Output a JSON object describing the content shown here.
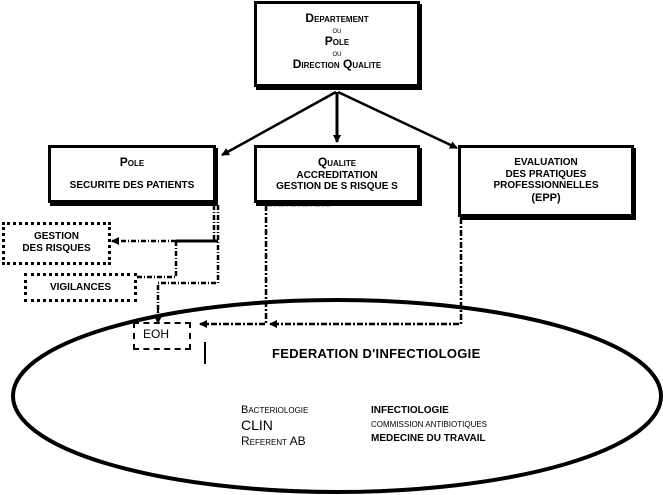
{
  "diagram": {
    "top_box": {
      "line1": "Departement",
      "line2": "ou",
      "line3": "Pole",
      "line4": "ou",
      "line5": "Direction Qualite"
    },
    "pole_box": {
      "title": "Pole",
      "subtitle": "SECURITE DES PATIENTS"
    },
    "qualite_box": {
      "title": "Qualite",
      "line2": "ACCREDITATION",
      "line3": "GESTION DE S RISQUE S"
    },
    "epp_box": {
      "line1": "EVALUATION",
      "line2": "DES PRATIQUES",
      "line3": "PROFESSIONNELLES",
      "line4": "(EPP)"
    },
    "gestion_box": {
      "line1": "GESTION",
      "line2": "DES RISQUES"
    },
    "vigilances_box": {
      "label": "VIGILANCES"
    },
    "eoh_box": {
      "label": "EOH"
    },
    "federation": {
      "title": "FEDERATION D'INFECTIOLOGIE",
      "left_items": [
        "Bacteriologie",
        "CLIN",
        "Referent AB"
      ],
      "right_items": [
        "INFECTIOLOGIE",
        "COMMISSION ANTIBIOTIQUES",
        "MEDECINE DU TRAVAIL"
      ]
    }
  }
}
